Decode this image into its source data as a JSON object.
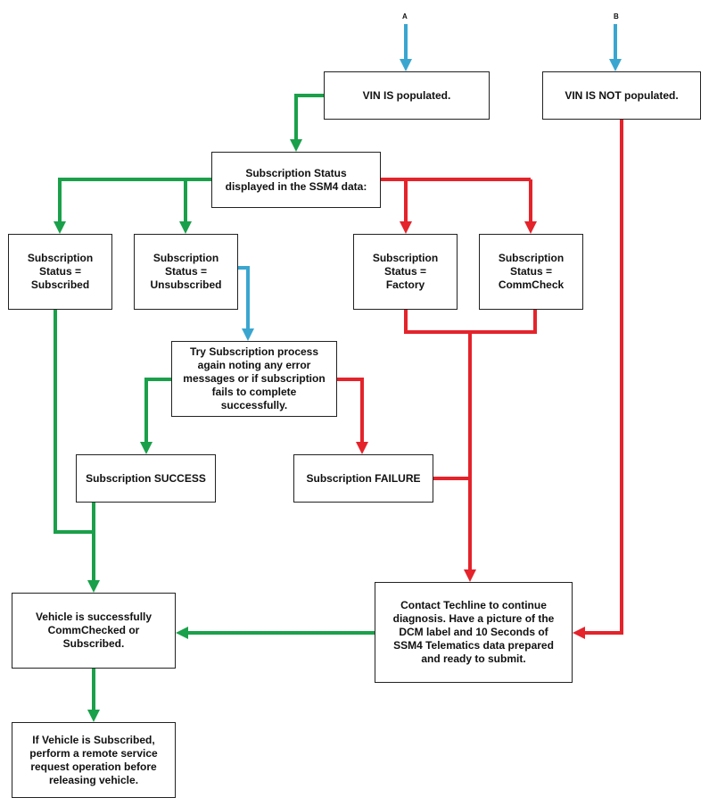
{
  "colors": {
    "green": "#1aa04a",
    "red": "#e4232b",
    "blue": "#3aa6d0",
    "border": "#222222"
  },
  "markers": {
    "a": "A",
    "b": "B"
  },
  "boxes": {
    "vin_populated": "VIN IS populated.",
    "vin_not_populated": "VIN IS NOT populated.",
    "sub_status_header": "Subscription Status\ndisplayed in the SSM4 data:",
    "status_subscribed": "Subscription\nStatus =\nSubscribed",
    "status_unsubscribed": "Subscription\nStatus =\nUnsubscribed",
    "status_factory": "Subscription\nStatus =\nFactory",
    "status_commcheck": "Subscription\nStatus =\nCommCheck",
    "try_again": "Try Subscription process\nagain noting any error\nmessages or if subscription\nfails to complete\nsuccessfully.",
    "sub_success": "Subscription SUCCESS",
    "sub_failure": "Subscription FAILURE",
    "vehicle_success": "Vehicle is successfully\nCommChecked or\nSubscribed.",
    "contact_techline": "Contact Techline to continue\ndiagnosis. Have a picture of the\nDCM label and 10 Seconds of\nSSM4 Telematics data prepared\nand ready to submit.",
    "remote_service": "If Vehicle is Subscribed,\nperform a remote service\nrequest operation before\nreleasing vehicle."
  }
}
